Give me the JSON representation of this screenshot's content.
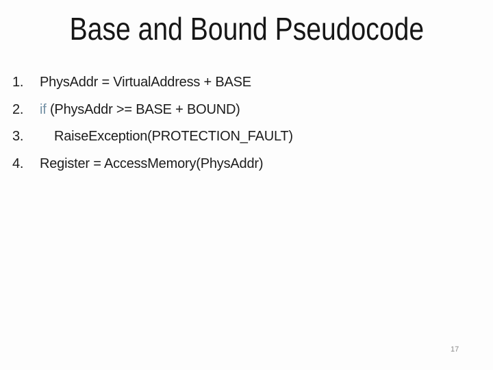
{
  "slide": {
    "title": "Base and Bound Pseudocode",
    "page_number": "17",
    "code_lines": [
      {
        "number": "1.",
        "keyword": "",
        "text": "PhysAddr = VirtualAddress + BASE"
      },
      {
        "number": "2.",
        "keyword": "if",
        "text": " (PhysAddr >= BASE + BOUND)"
      },
      {
        "number": "3.",
        "keyword": "",
        "text": "RaiseException(PROTECTION_FAULT)"
      },
      {
        "number": "4.",
        "keyword": "",
        "text": "Register = AccessMemory(PhysAddr)"
      }
    ],
    "colors": {
      "background": "#fdfdfd",
      "body_text": "#1c1c1c",
      "keyword": "#7491a5",
      "page_number": "#8a8a8a"
    }
  }
}
